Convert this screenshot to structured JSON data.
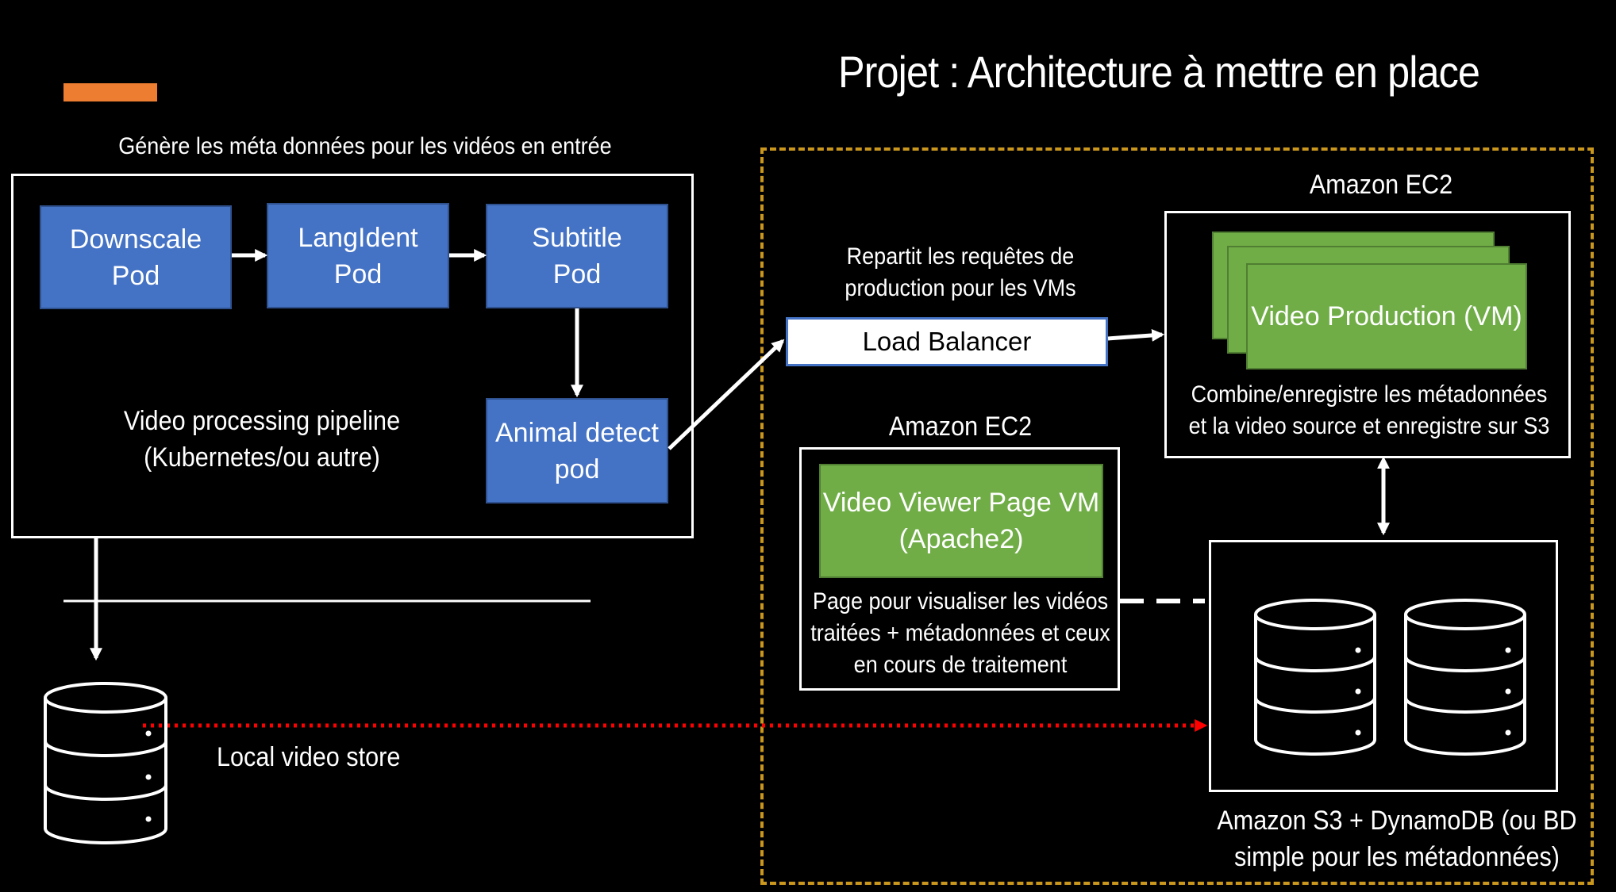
{
  "title": "Projet : Architecture à mettre en place",
  "colors": {
    "accent": "#ED7D31",
    "pod": "#4472C4",
    "vm": "#70AD47",
    "frame": "#C9961E",
    "storage_link": "#FF0000"
  },
  "pipeline": {
    "caption": "Génère les méta données pour les vidéos en entrée",
    "label": "Video processing pipeline\n(Kubernetes/ou autre)",
    "pods": {
      "downscale": "Downscale\nPod",
      "langident": "LangIdent\nPod",
      "subtitle": "Subtitle\nPod",
      "animal": "Animal detect\npod"
    }
  },
  "local_store": {
    "label": "Local video store"
  },
  "load_balancer": {
    "caption": "Repartit les requêtes de\nproduction pour les VMs",
    "label": "Load Balancer"
  },
  "production": {
    "group_label": "Amazon EC2",
    "vm_label": "Video Production (VM)",
    "description": "Combine/enregistre les métadonnées\net la video source et enregistre sur S3"
  },
  "viewer": {
    "group_label": "Amazon EC2",
    "vm_label": "Video Viewer Page VM\n(Apache2)",
    "description": "Page pour visualiser les vidéos\ntraitées + métadonnées et ceux\nen cours de traitement"
  },
  "storage": {
    "label": "Amazon S3 + DynamoDB (ou BD\nsimple pour les métadonnées)"
  }
}
